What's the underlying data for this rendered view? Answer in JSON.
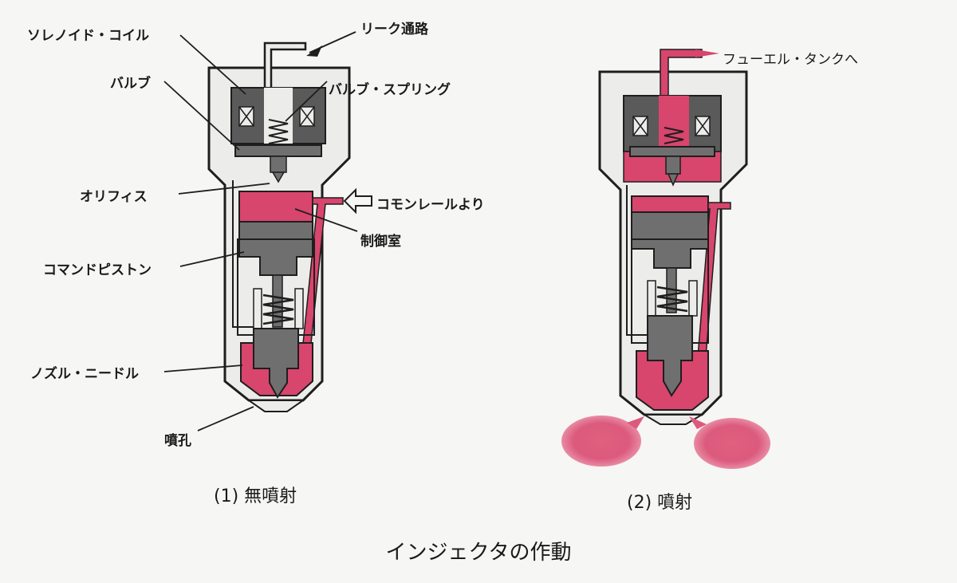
{
  "labels": {
    "solenoid_coil": "ソレノイド・コイル",
    "valve": "バルブ",
    "orifice": "オリフィス",
    "command_piston": "コマンドピストン",
    "nozzle_needle": "ノズル・ニードル",
    "nozzle_hole": "噴孔",
    "leak_passage": "リーク通路",
    "valve_spring": "バルブ・スプリング",
    "from_common_rail": "コモンレールより",
    "control_chamber": "制御室",
    "to_fuel_tank": "フューエル・タンクへ"
  },
  "captions": {
    "no_injection": "(1) 無噴射",
    "injection": "(2) 噴射"
  },
  "title": "インジェクタの作動",
  "colors": {
    "fuel": "#d8456d",
    "body": "#ececea",
    "solenoid": "#5a5a5a",
    "piston": "#6f6f6f",
    "outline": "#1e1e1e",
    "spray": "#dc5a7d"
  }
}
